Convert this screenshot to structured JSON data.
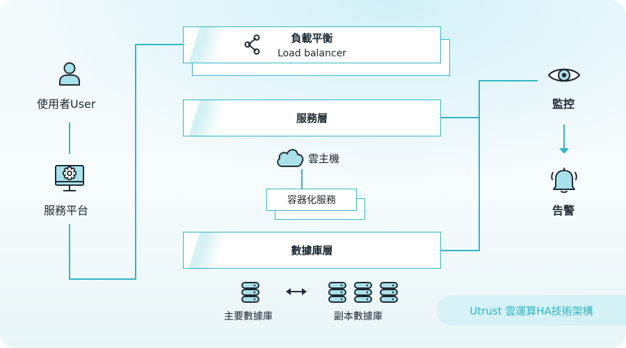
{
  "user": {
    "label": "使用者User"
  },
  "platform": {
    "label": "服務平台"
  },
  "load_balancer": {
    "title": "負載平衡",
    "subtitle": "Load balancer"
  },
  "service_layer": {
    "label": "服務層"
  },
  "cloud_host": {
    "label": "雲主機"
  },
  "container": {
    "label": "容器化服務"
  },
  "database_layer": {
    "label": "數據庫層"
  },
  "primary_db": {
    "label": "主要數據庫"
  },
  "replica_db": {
    "label": "副本數據庫"
  },
  "monitor": {
    "label": "監控"
  },
  "alert": {
    "label": "告警"
  },
  "brand": {
    "label": "Utrust 雲運算HA技術架構"
  },
  "colors": {
    "accent": "#2fb6c2",
    "text": "#1c2730",
    "icon": "#1f2a33"
  },
  "icons": [
    "user-icon",
    "monitor-gear-icon",
    "share-nodes-icon",
    "cloud-icon",
    "database-icon",
    "double-arrow-icon",
    "eye-icon",
    "bell-icon",
    "down-arrow-icon"
  ]
}
